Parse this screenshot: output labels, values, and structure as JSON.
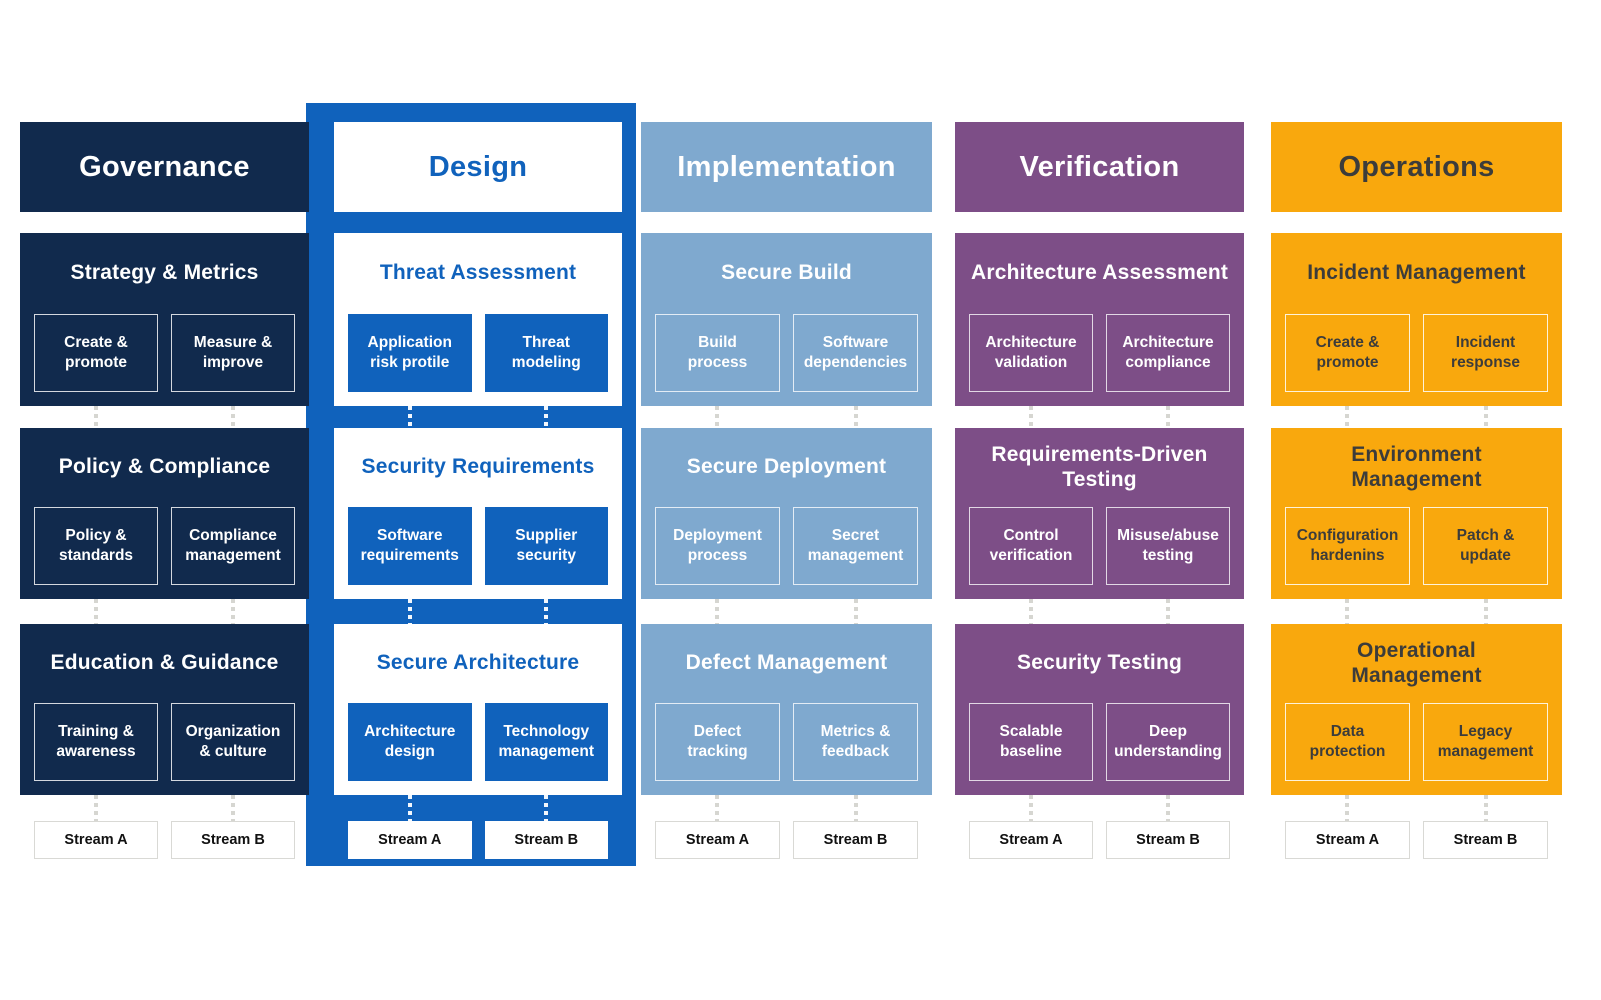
{
  "colors": {
    "governance_navy": "#112a4d",
    "design_blue": "#1062bc",
    "implementation_light_blue": "#7fa9cf",
    "verification_purple": "#7d4e87",
    "operations_yellow": "#f9a80d",
    "operations_text_dark": "#3c3c3b",
    "stream_border_gray": "#d9d9d5",
    "connector_dot_gray": "#d6d6d1"
  },
  "stream_labels": [
    "Stream A",
    "Stream B"
  ],
  "columns": [
    {
      "id": "governance",
      "label": "Governance",
      "highlighted": false,
      "practices": [
        {
          "title": "Strategy & Metrics",
          "streams": [
            "Create &\npromote",
            "Measure &\nimprove"
          ]
        },
        {
          "title": "Policy & Compliance",
          "streams": [
            "Policy &\nstandards",
            "Compliance\nmanagement"
          ]
        },
        {
          "title": "Education & Guidance",
          "streams": [
            "Training &\nawareness",
            "Organization\n& culture"
          ]
        }
      ]
    },
    {
      "id": "design",
      "label": "Design",
      "highlighted": true,
      "practices": [
        {
          "title": "Threat Assessment",
          "streams": [
            "Application\nrisk protile",
            "Threat\nmodeling"
          ]
        },
        {
          "title": "Security Requirements",
          "streams": [
            "Software\nrequirements",
            "Supplier\nsecurity"
          ]
        },
        {
          "title": "Secure Architecture",
          "streams": [
            "Architecture\ndesign",
            "Technology\nmanagement"
          ]
        }
      ]
    },
    {
      "id": "implementation",
      "label": "Implementation",
      "highlighted": false,
      "practices": [
        {
          "title": "Secure Build",
          "streams": [
            "Build\nprocess",
            "Software\ndependencies"
          ]
        },
        {
          "title": "Secure Deployment",
          "streams": [
            "Deployment\nprocess",
            "Secret\nmanagement"
          ]
        },
        {
          "title": "Defect Management",
          "streams": [
            "Defect\ntracking",
            "Metrics &\nfeedback"
          ]
        }
      ]
    },
    {
      "id": "verification",
      "label": "Verification",
      "highlighted": false,
      "practices": [
        {
          "title": "Architecture Assessment",
          "streams": [
            "Architecture\nvalidation",
            "Architecture\ncompliance"
          ]
        },
        {
          "title": "Requirements-Driven\nTesting",
          "streams": [
            "Control\nverification",
            "Misuse/abuse\ntesting"
          ]
        },
        {
          "title": "Security Testing",
          "streams": [
            "Scalable\nbaseline",
            "Deep\nunderstanding"
          ]
        }
      ]
    },
    {
      "id": "operations",
      "label": "Operations",
      "highlighted": false,
      "practices": [
        {
          "title": "Incident Management",
          "streams": [
            "Create &\npromote",
            "Incident\nresponse"
          ]
        },
        {
          "title": "Environment\nManagement",
          "streams": [
            "Configuration\nhardenins",
            "Patch &\nupdate"
          ]
        },
        {
          "title": "Operational\nManagement",
          "streams": [
            "Data\nprotection",
            "Legacy\nmanagement"
          ]
        }
      ]
    }
  ]
}
